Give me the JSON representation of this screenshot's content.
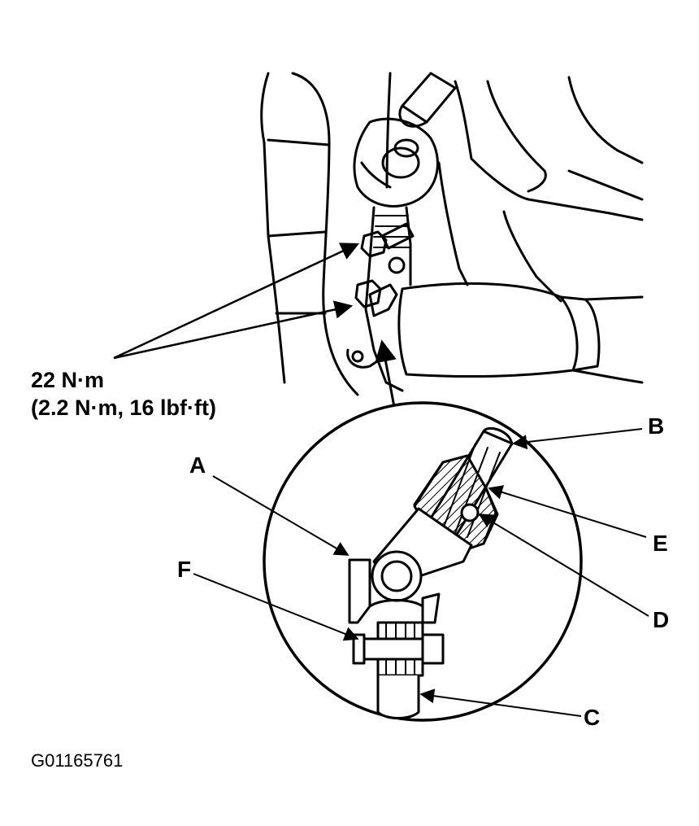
{
  "torque": {
    "line1": "22 N·m",
    "line2": "(2.2 N·m, 16 lbf·ft)"
  },
  "callouts": {
    "a": "A",
    "b": "B",
    "c": "C",
    "d": "D",
    "e": "E",
    "f": "F"
  },
  "figure_id": "G01165761",
  "colors": {
    "ink": "#000000",
    "paper": "#ffffff"
  }
}
